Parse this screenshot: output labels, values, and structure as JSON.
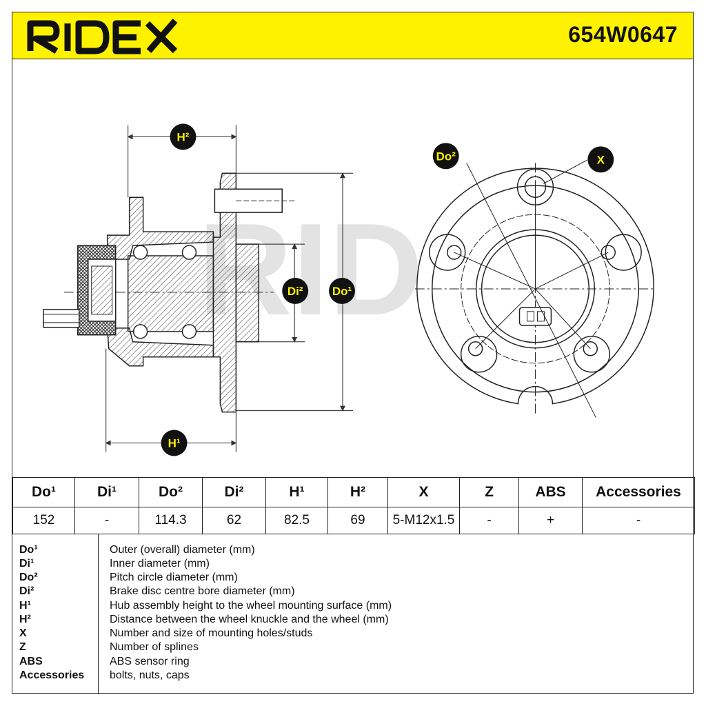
{
  "brand": {
    "name": "RIDEX",
    "logo_color": "#111111",
    "accent": "#fff200"
  },
  "header": {
    "part_number": "654W0647"
  },
  "drawing": {
    "callouts": {
      "h2": "H²",
      "h1": "H¹",
      "di2": "Di²",
      "do1": "Do¹",
      "do2": "Do²",
      "x": "X"
    }
  },
  "spec_table": {
    "columns": [
      "Do¹",
      "Di¹",
      "Do²",
      "Di²",
      "H¹",
      "H²",
      "X",
      "Z",
      "ABS",
      "Accessories"
    ],
    "values": [
      "152",
      "-",
      "114.3",
      "62",
      "82.5",
      "69",
      "5-M12x1.5",
      "-",
      "+",
      "-"
    ]
  },
  "legend": [
    {
      "key": "Do¹",
      "desc": "Outer (overall) diameter (mm)"
    },
    {
      "key": "Di¹",
      "desc": "Inner diameter (mm)"
    },
    {
      "key": "Do²",
      "desc": "Pitch circle diameter (mm)"
    },
    {
      "key": "Di²",
      "desc": "Brake disc centre bore diameter (mm)"
    },
    {
      "key": "H¹",
      "desc": "Hub assembly height to the wheel mounting surface (mm)"
    },
    {
      "key": "H²",
      "desc": "Distance between the wheel knuckle and the wheel (mm)"
    },
    {
      "key": "X",
      "desc": "Number and size of mounting holes/studs"
    },
    {
      "key": "Z",
      "desc": "Number of splines"
    },
    {
      "key": "ABS",
      "desc": "ABS sensor ring"
    },
    {
      "key": "Accessories",
      "desc": "bolts, nuts, caps"
    }
  ]
}
